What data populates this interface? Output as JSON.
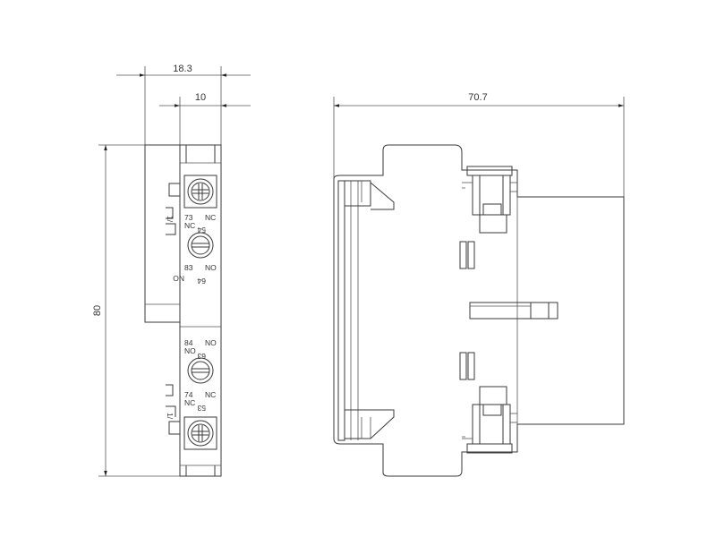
{
  "dimensions": {
    "overall_width": "18.3",
    "body_width": "10",
    "height": "80",
    "depth": "70.7"
  },
  "terminals": {
    "t73": "73",
    "t74": "74",
    "t83": "83",
    "t84": "84",
    "t53": "53",
    "t54": "54",
    "t63": "63",
    "t64": "64",
    "no": "NO",
    "nc": "NC",
    "marker_top": "1/",
    "marker_bottom": "1/"
  }
}
